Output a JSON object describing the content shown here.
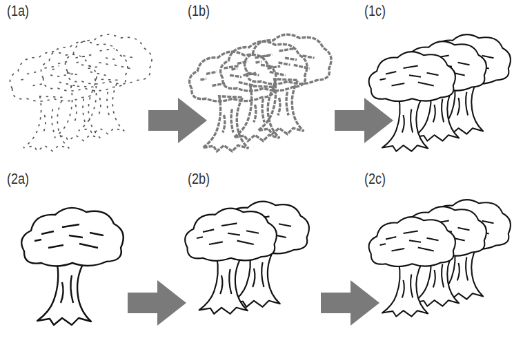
{
  "diagram": {
    "labels": [
      "(1a)",
      "(1b)",
      "(1c)",
      "(2a)",
      "(2b)",
      "(2c)"
    ]
  }
}
